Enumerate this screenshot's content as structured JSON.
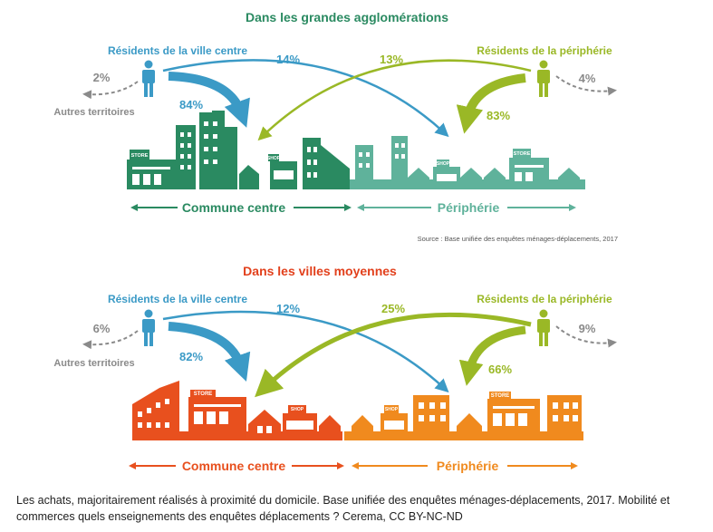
{
  "colors": {
    "blue": "#3b9ac6",
    "olive": "#9ab826",
    "greenDark": "#2a8a61",
    "greenLight": "#5fb29b",
    "orangeRed": "#e8501e",
    "orange": "#f08a1e",
    "gray": "#8a8a8a",
    "titleGreen": "#2a8a61",
    "titleRed": "#e2401c"
  },
  "panels": [
    {
      "title": "Dans les grandes agglomérations",
      "left_label": "Résidents de la ville centre",
      "right_label": "Résidents de la périphérie",
      "other_territories": "Autres territoires",
      "left_other_pct": "2%",
      "right_other_pct": "4%",
      "left_local_pct": "84%",
      "left_to_periph_pct": "14%",
      "right_to_centre_pct": "13%",
      "right_local_pct": "83%",
      "centre_label": "Commune centre",
      "periph_label": "Périphérie",
      "source": "Source : Base unifiée des enquêtes ménages-déplacements, 2017",
      "store": "STORE",
      "shop": "SHOP"
    },
    {
      "title": "Dans les villes moyennes",
      "left_label": "Résidents de la ville centre",
      "right_label": "Résidents de la périphérie",
      "other_territories": "Autres territoires",
      "left_other_pct": "6%",
      "right_other_pct": "9%",
      "left_local_pct": "82%",
      "left_to_periph_pct": "12%",
      "right_to_centre_pct": "25%",
      "right_local_pct": "66%",
      "centre_label": "Commune centre",
      "periph_label": "Périphérie",
      "store": "STORE",
      "shop": "SHOP"
    }
  ],
  "caption_main": "Les achats, majoritairement réalisés à proximité du domicile. Base unifiée des enquêtes ménages-déplacements, 2017. ",
  "caption_link": "Mobilité et commerces quels enseignements des enquêtes déplacements ?",
  "caption_credit": " Cerema, CC BY-NC-ND"
}
